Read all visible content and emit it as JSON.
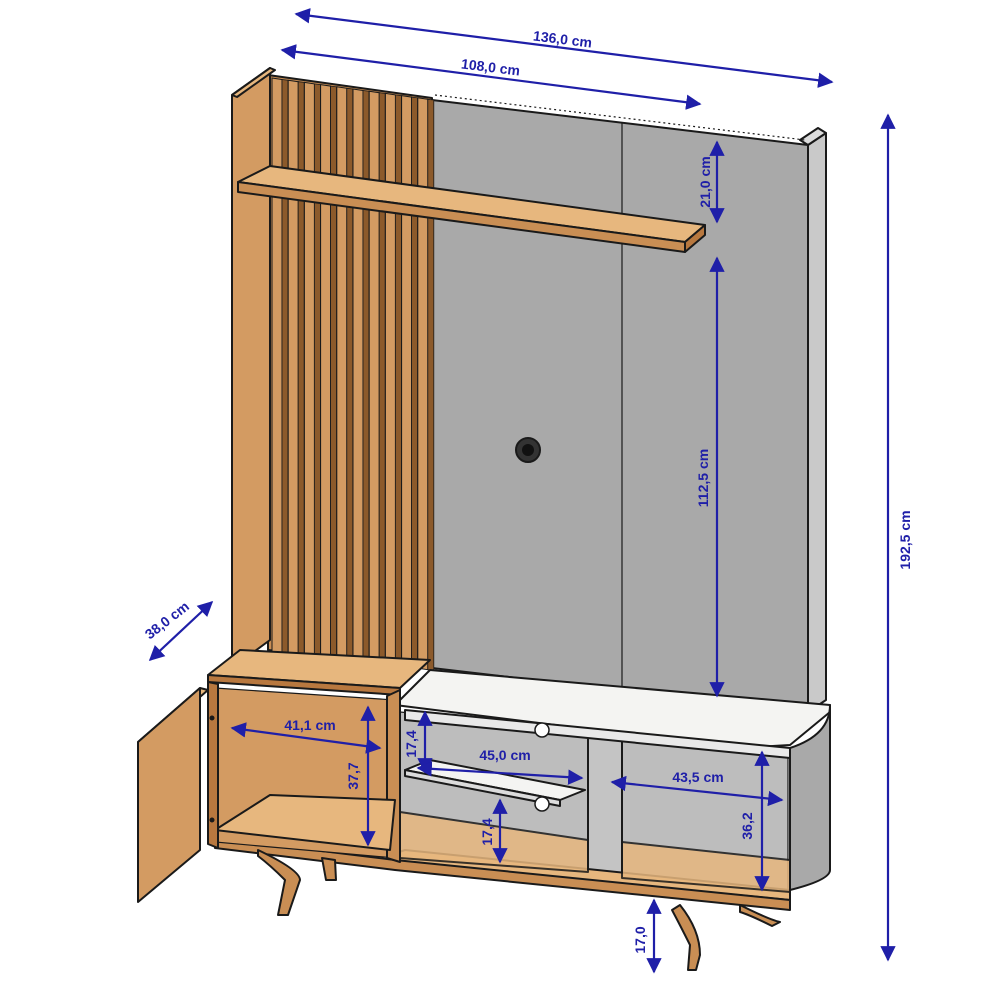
{
  "colors": {
    "wood": "#d39b62",
    "wood_light": "#e7b77e",
    "wood_dark": "#b8783f",
    "slat_shadow": "#8c5a2b",
    "panel_gray": "#a9a9a9",
    "panel_gray_light": "#c4c4c4",
    "white_top": "#f4f4f2",
    "dimension": "#1f1fa8",
    "outline": "#1a1a1a"
  },
  "dimensions": {
    "overall_width": "136,0 cm",
    "panel_width": "108,0 cm",
    "shelf_gap": "21,0 cm",
    "panel_height": "112,5 cm",
    "overall_height": "192,5 cm",
    "depth": "38,0 cm",
    "cabinet_width": "41,1 cm",
    "cabinet_height": "37,7",
    "niche_height_top": "17,4",
    "niche_width": "45,0 cm",
    "niche_height_bottom": "17,4",
    "right_niche_width": "43,5 cm",
    "right_niche_height": "36,2",
    "leg_height": "17,0"
  }
}
